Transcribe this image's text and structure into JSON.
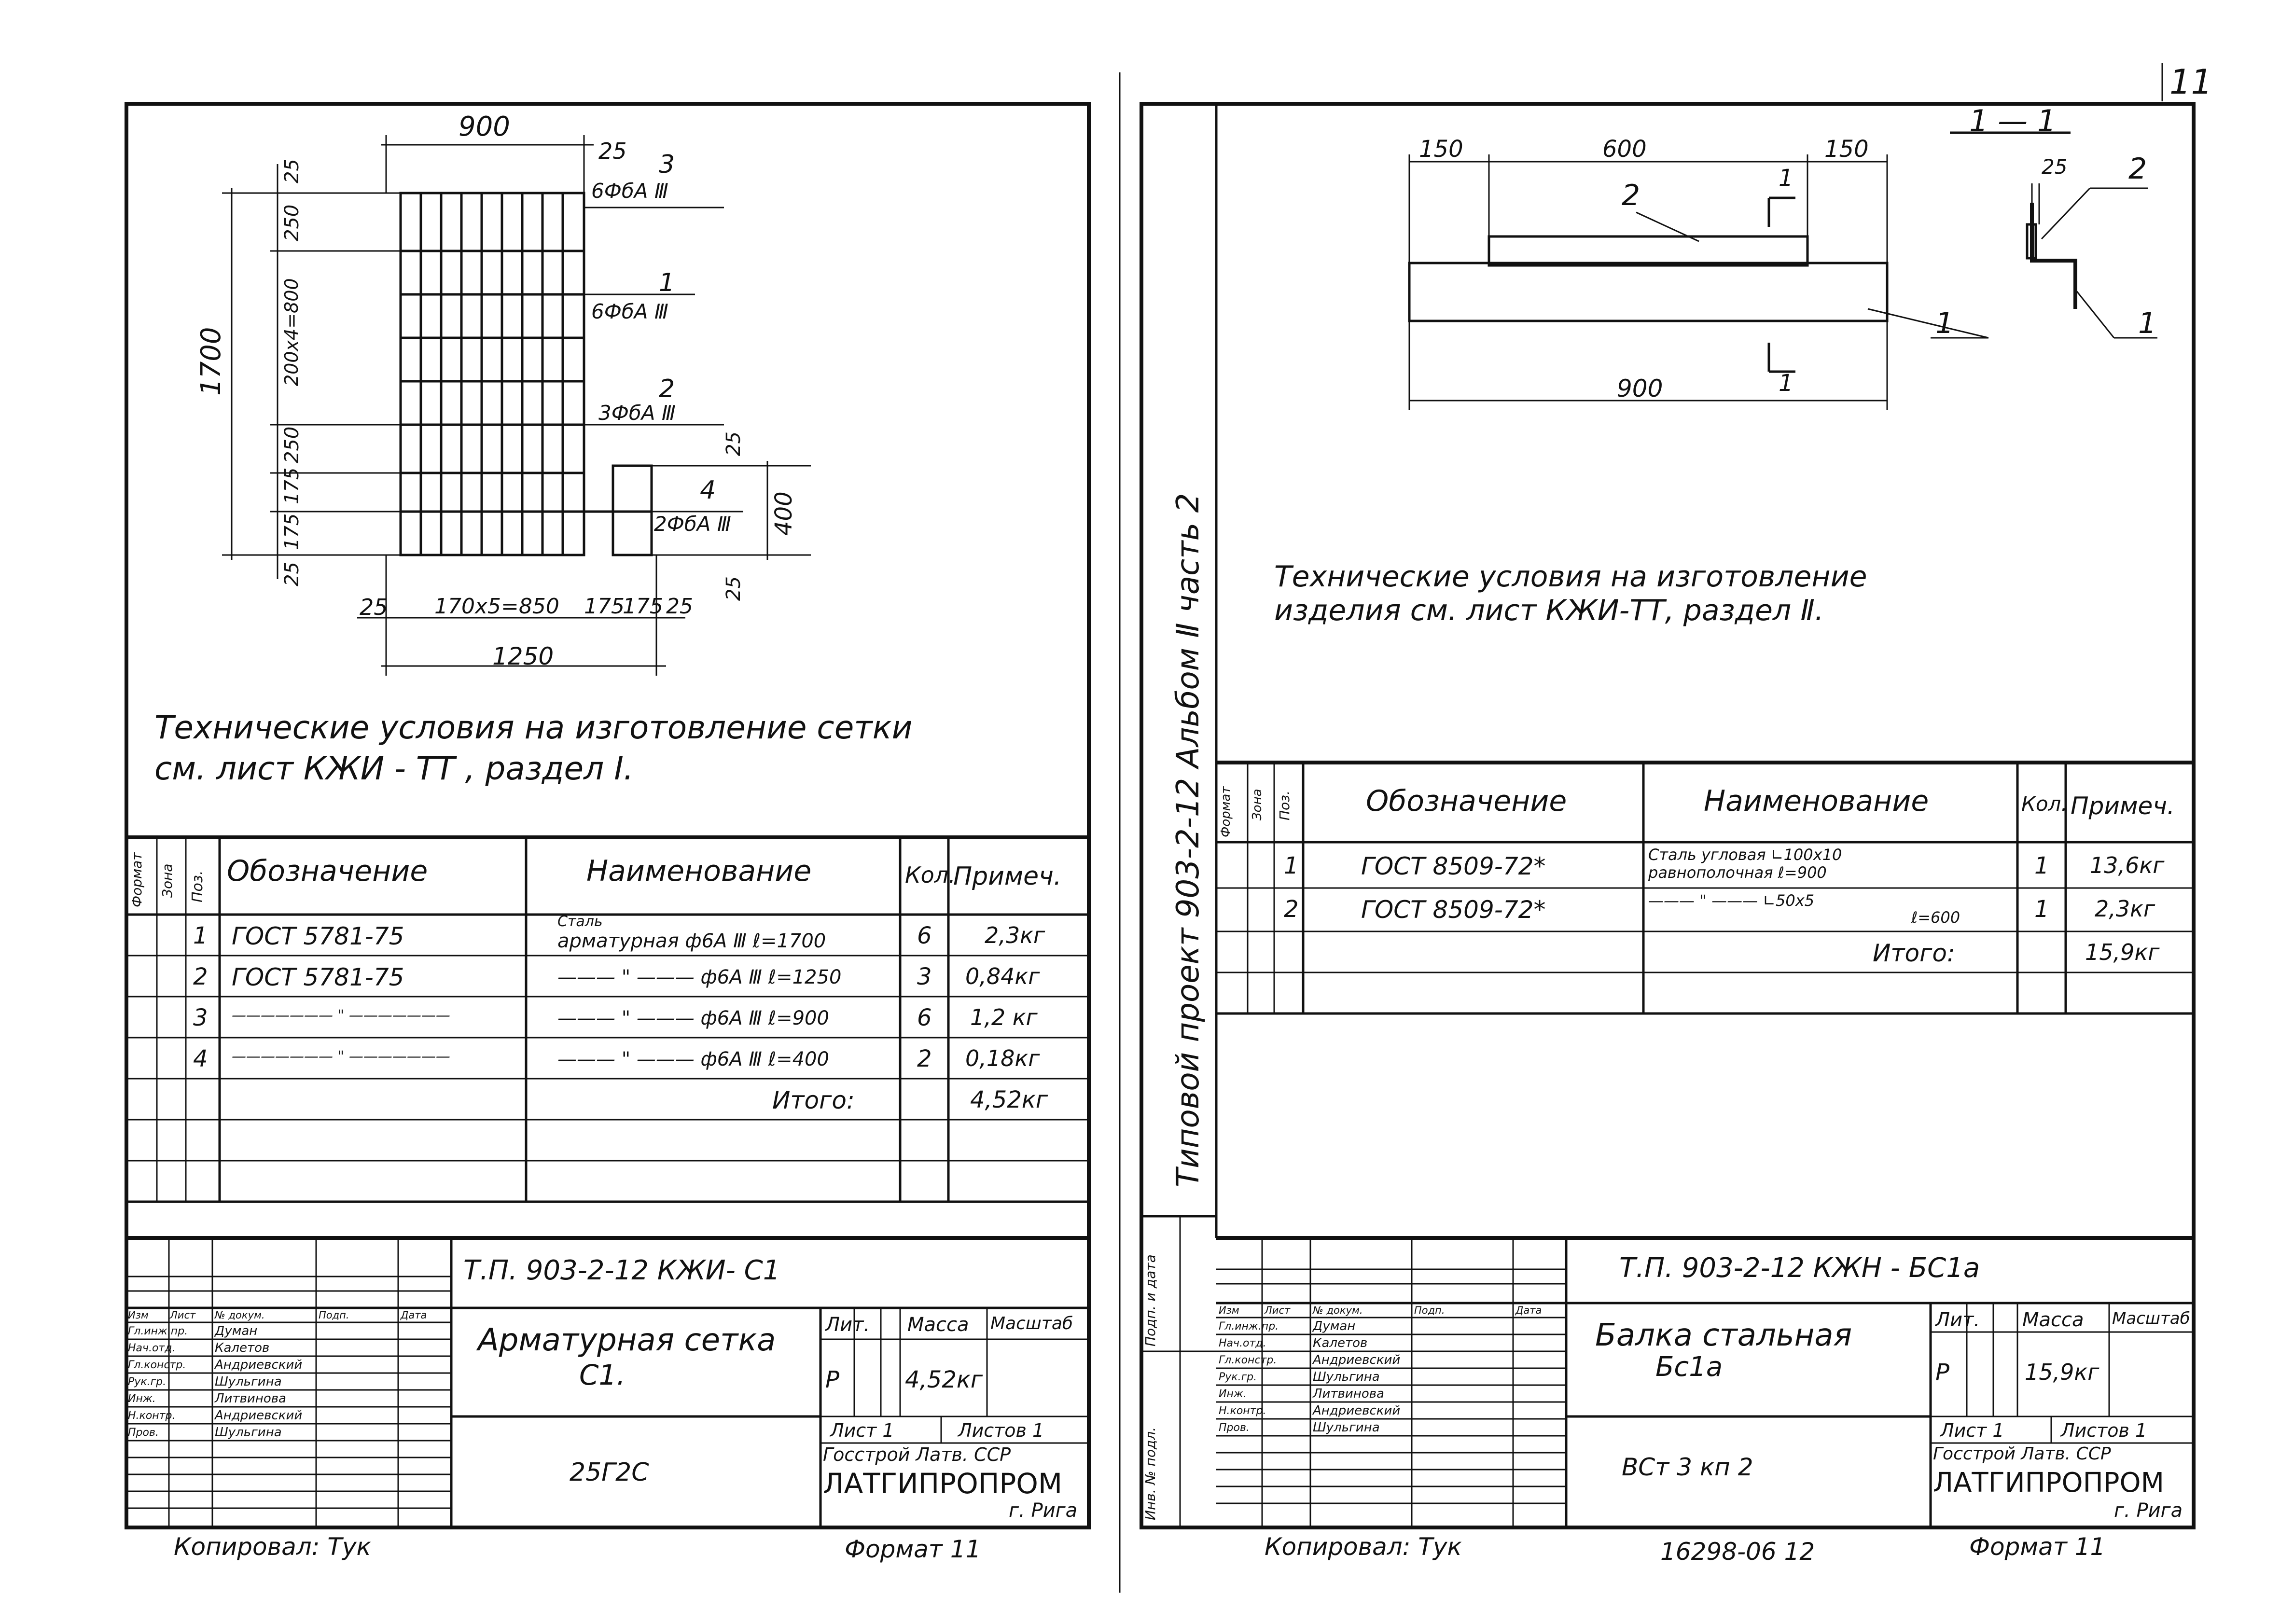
{
  "page_number": "11",
  "left_sheet": {
    "dims": {
      "top_width": "900",
      "top_right": "25",
      "total_height": "1700",
      "left_labels": [
        "25",
        "250",
        "200x4=800",
        "250",
        "175",
        "175",
        "25"
      ],
      "bottom_row": [
        "25",
        "170x5=850",
        "175",
        "175",
        "25"
      ],
      "bottom_total": "1250",
      "right_vertical": "400",
      "right_small_top": "25",
      "right_small_bottom": "25"
    },
    "callouts": [
      {
        "pos": "3",
        "spec": "6ФбА Ⅲ"
      },
      {
        "pos": "1",
        "spec": "6ФбА Ⅲ"
      },
      {
        "pos": "2",
        "spec": "3ФбА Ⅲ"
      },
      {
        "pos": "4",
        "spec": "2ФбА Ⅲ"
      }
    ],
    "tech_note_line1": "Технические   условия  на изготовление  сетки",
    "tech_note_line2": "см.  лист     КЖИ - ТТ , раздел I.",
    "spec_table": {
      "headers": {
        "format": "Формат",
        "zone": "Зона",
        "pos": "Поз.",
        "designation": "Обозначение",
        "name": "Наименование",
        "qty": "Кол.",
        "note": "Примеч."
      },
      "rows": [
        {
          "pos": "1",
          "designation": "ГОСТ  5781-75",
          "name_top": "Сталь",
          "name": "арматурная   ф6А Ⅲ  ℓ=1700",
          "qty": "6",
          "note": "2,3кг"
        },
        {
          "pos": "2",
          "designation": "ГОСТ  5781-75",
          "name_top": "",
          "name": "——— \" ———   ф6А Ⅲ  ℓ=1250",
          "qty": "3",
          "note": "0,84кг"
        },
        {
          "pos": "3",
          "designation": "——————— \" ———————",
          "name_top": "",
          "name": "——— \" ———   ф6А Ⅲ  ℓ=900",
          "qty": "6",
          "note": "1,2 кг"
        },
        {
          "pos": "4",
          "designation": "——————— \" ———————",
          "name_top": "",
          "name": "——— \" ———   ф6А Ⅲ  ℓ=400",
          "qty": "2",
          "note": "0,18кг"
        }
      ],
      "total_label": "Итого:",
      "total_value": "4,52кг"
    },
    "title_block": {
      "doc_code": "Т.П.  903-2-12     КЖИ- С1",
      "col_headers": [
        "Изм",
        "Лист",
        "№ докум.",
        "Подп.",
        "Дата"
      ],
      "signers": [
        {
          "role": "Гл.инж.пр.",
          "name": "Думан"
        },
        {
          "role": "Нач.отд.",
          "name": "Калетов"
        },
        {
          "role": "Гл.констр.",
          "name": "Андриевский"
        },
        {
          "role": "Рук.гр.",
          "name": "Шульгина"
        },
        {
          "role": "Инж.",
          "name": "Литвинова"
        },
        {
          "role": "Н.контр.",
          "name": "Андриевский"
        },
        {
          "role": "Пров.",
          "name": "Шульгина"
        }
      ],
      "title_line1": "Арматурная  сетка",
      "title_line2": "С1.",
      "material": "25Г2С",
      "lit_label": "Лит.",
      "mass_label": "Масса",
      "scale_label": "Масштаб",
      "lit_value": "Р",
      "mass_value": "4,52кг",
      "sheet": "Лист 1",
      "sheets": "Листов 1",
      "org_line1": "Госстрой Латв. ССР",
      "org_line2": "ЛАТГИПРОПРОМ",
      "org_line3": "г. Рига"
    },
    "copied_by": "Копировал: Тук",
    "format": "Формат 11"
  },
  "right_sheet": {
    "side_label": "Типовой  проект  903-2-12   Альбом Ⅱ часть 2",
    "side_cells": [
      "Инв. № подл.",
      "Подп. и дата"
    ],
    "dims": {
      "left": "150",
      "middle": "600",
      "right": "150",
      "total": "900",
      "section_cut_top": "1",
      "section_cut_bottom": "1",
      "section_label": "1 — 1",
      "section_25": "25"
    },
    "callouts": {
      "part1": "1",
      "part2": "2",
      "sec_part1": "1",
      "sec_part2": "2"
    },
    "tech_note_line1": "Технические   условия   на  изготовление",
    "tech_note_line2": "изделия     см. лист      КЖИ-ТТ,  раздел Ⅱ.",
    "spec_table": {
      "headers": {
        "format": "Формат",
        "zone": "Зона",
        "pos": "Поз.",
        "designation": "Обозначение",
        "name": "Наименование",
        "qty": "Кол.",
        "note": "Примеч."
      },
      "rows": [
        {
          "pos": "1",
          "designation": "ГОСТ   8509-72*",
          "name_line1": "Сталь угловая    ∟100х10",
          "name_line2": "равнополочная     ℓ=900",
          "qty": "1",
          "note": "13,6кг"
        },
        {
          "pos": "2",
          "designation": "ГОСТ   8509-72*",
          "name_line1": "——— \" ———       ∟50х5",
          "name_line2": "ℓ=600",
          "qty": "1",
          "note": "2,3кг"
        }
      ],
      "total_label": "Итого:",
      "total_value": "15,9кг"
    },
    "title_block": {
      "doc_code": "Т.П.  903-2-12       КЖН - БС1а",
      "col_headers": [
        "Изм",
        "Лист",
        "№ докум.",
        "Подп.",
        "Дата"
      ],
      "signers": [
        {
          "role": "Гл.инж.пр.",
          "name": "Думан"
        },
        {
          "role": "Нач.отд.",
          "name": "Калетов"
        },
        {
          "role": "Гл.констр.",
          "name": "Андриевский"
        },
        {
          "role": "Рук.гр.",
          "name": "Шульгина"
        },
        {
          "role": "Инж.",
          "name": "Литвинова"
        },
        {
          "role": "Н.контр.",
          "name": "Андриевский"
        },
        {
          "role": "Пров.",
          "name": "Шульгина"
        }
      ],
      "title_line1": "Балка  стальная",
      "title_line2": "Бс1а",
      "material": "ВСт 3 кп 2",
      "lit_label": "Лит.",
      "mass_label": "Масса",
      "scale_label": "Масштаб",
      "lit_value": "Р",
      "mass_value": "15,9кг",
      "sheet": "Лист 1",
      "sheets": "Листов 1",
      "org_line1": "Госстрой Латв. ССР",
      "org_line2": "ЛАТГИПРОПРОМ",
      "org_line3": "г. Рига"
    },
    "copied_by": "Копировал: Тук",
    "bottom_code": "16298-06    12",
    "format": "Формат 11"
  }
}
